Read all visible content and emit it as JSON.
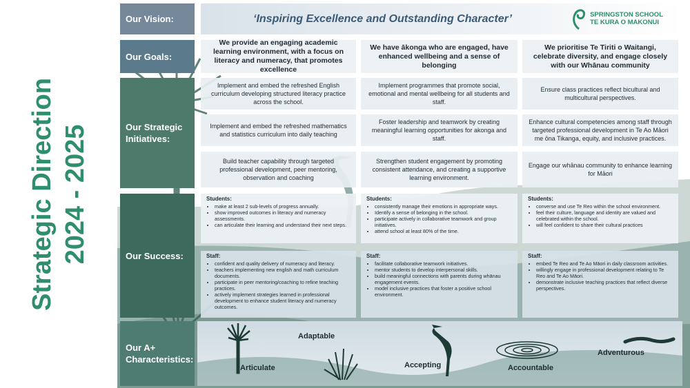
{
  "side_title": {
    "line1": "Strategic Direction",
    "line2": "2024 - 2025"
  },
  "labels": {
    "vision": "Our Vision:",
    "goals": "Our Goals:",
    "strategic_line1": "Our Strategic",
    "strategic_line2": "Initiatives:",
    "success": "Our Success:",
    "aplus_line1": "Our A+",
    "aplus_line2": "Characteristics:"
  },
  "vision": "‘Inspiring Excellence and Outstanding Character’",
  "logo": {
    "line1": "SPRINGSTON SCHOOL",
    "line2": "TE KURA O MAKONUI"
  },
  "goals": [
    "We provide an engaging academic learning environment, with a focus on literacy and numeracy, that promotes excellence",
    "We have ākonga who are engaged, have enhanced wellbeing and a sense of belonging",
    "We prioritise Te Tiriti o Waitangi, celebrate diversity, and engage closely with our Whānau community"
  ],
  "initiatives": [
    [
      "Implement and embed the refreshed English curriculum developing  structured literacy practice across the school.",
      "Implement and embed the refreshed mathematics and statistics curriculum into daily teaching",
      "Build teacher capability through targeted professional development, peer mentoring, observation and coaching"
    ],
    [
      "Implement programmes that promote social, emotional and mental wellbeing for all students and staff.",
      "Foster leadership and teamwork by creating meaningful learning opportunities for akonga and staff.",
      "Strengthen student engagement by promoting consistent attendance, and creating a supportive learning environment."
    ],
    [
      "Ensure class practices reflect bicultural and multicultural perspectives.",
      "Enhance cultural competencies among staff through targeted professional development in Te Ao Māori me ōna Tikanga, equity, and inclusive practices.",
      "Engage our whānau community to enhance learning for Māori"
    ]
  ],
  "success": {
    "students_heading": "Students:",
    "staff_heading": "Staff:",
    "students": [
      [
        "make at least 2 sub-levels of progress annually.",
        "show improved outcomes in literacy and numeracy assessments.",
        "can articulate their learning and understand their next steps."
      ],
      [
        "consistently manage their emotions in appropriate ways.",
        "Identify a sense of belonging in the school.",
        "participate actively in collaborative teamwork and group initiatives.",
        "attend school at least 80% of the time."
      ],
      [
        "converse and use Te Reo within the school environment.",
        "feel their culture, language and identity are valued and celebrated within the school.",
        "will feel confident to share their cultural practices"
      ]
    ],
    "staff": [
      [
        "confident and quality delivery of numeracy and literacy.",
        "teachers implementing new english and math curriculum documents.",
        "participate in peer mentoring/coaching to refine teaching practices.",
        "actively implement strategies learned in professional development to enhance student literacy and numeracy outcomes."
      ],
      [
        "facilitate collaborative teamwork initiatives.",
        "mentor students to develop interpersonal skills.",
        "build meaningful connections with parents during whānau engagement events.",
        "model inclusive practices that foster a positive school environment."
      ],
      [
        "embed Te Reo and Te Ao Māori in daily classroom activities.",
        "willingly engage in professional development relating to Te Reo and Te Ao Māori.",
        "demonstrate inclusive teaching practices that reflect diverse perspectives."
      ]
    ]
  },
  "characteristics": [
    "Articulate",
    "Adaptable",
    "Accepting",
    "Accountable",
    "Adventurous"
  ],
  "colors": {
    "green": "#2f8e6c",
    "slate": "#557f73",
    "vision_text": "#3b5a76"
  },
  "icons": [
    "cabbage-tree-icon",
    "flax-icon",
    "heron-icon",
    "ripple-icon",
    "eel-icon"
  ]
}
